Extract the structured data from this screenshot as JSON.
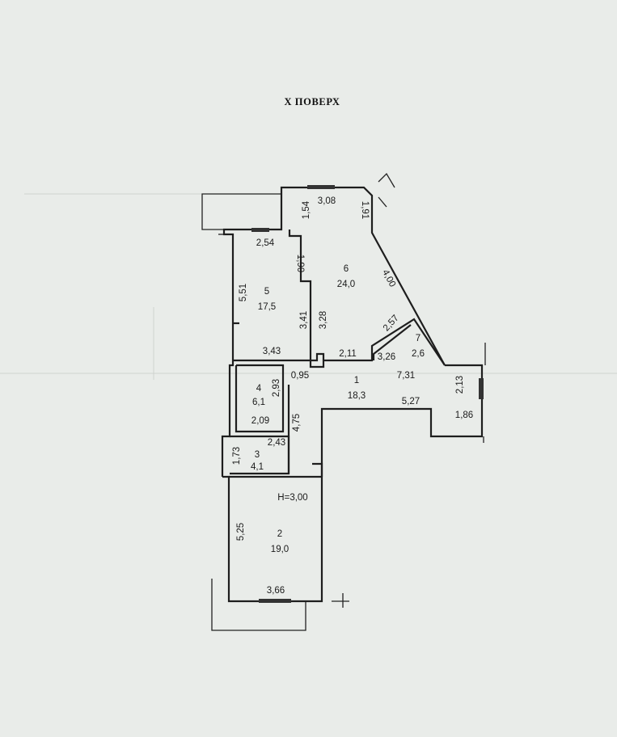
{
  "floor_title": "Х ПОВЕРХ",
  "ceiling_height": "Н=3,00",
  "rooms": [
    {
      "number": "1",
      "area": "18,3"
    },
    {
      "number": "2",
      "area": "19,0"
    },
    {
      "number": "3",
      "area": "4,1"
    },
    {
      "number": "4",
      "area": "6,1"
    },
    {
      "number": "5",
      "area": "17,5"
    },
    {
      "number": "6",
      "area": "24,0"
    },
    {
      "number": "7",
      "area": "2,6"
    }
  ],
  "dimensions": {
    "d_3_08": "3,08",
    "d_1_54": "1,54",
    "d_1_91": "1,91",
    "d_2_54": "2,54",
    "d_1_90": "1,90",
    "d_5_51": "5,51",
    "d_3_41": "3,41",
    "d_3_28": "3,28",
    "d_4_00": "4,00",
    "d_2_57": "2,57",
    "d_3_43": "3,43",
    "d_2_11": "2,11",
    "d_3_26": "3,26",
    "d_0_95": "0,95",
    "d_2_93": "2,93",
    "d_7_31": "7,31",
    "d_2_13": "2,13",
    "d_2_09": "2,09",
    "d_4_75": "4,75",
    "d_5_27": "5,27",
    "d_1_86": "1,86",
    "d_2_43": "2,43",
    "d_1_73": "1,73",
    "d_5_25": "5,25",
    "d_3_66": "3,66"
  }
}
